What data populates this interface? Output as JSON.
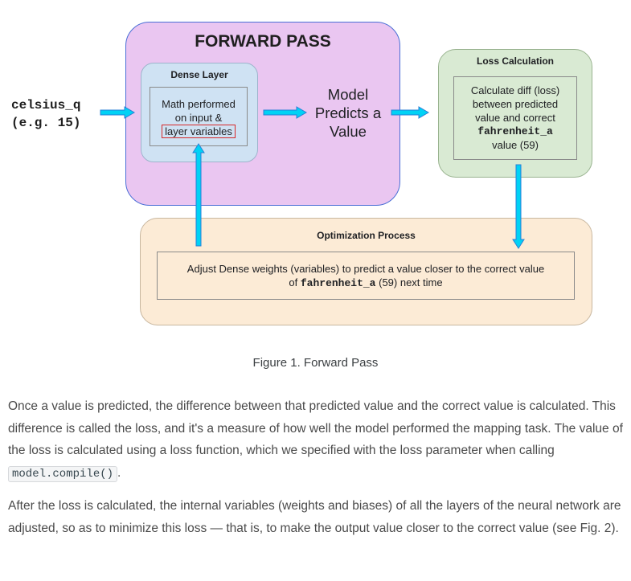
{
  "diagram": {
    "forward_pass_title": "FORWARD PASS",
    "input": {
      "line1": "celsius_q",
      "line2": "(e.g. 15)"
    },
    "dense_layer": {
      "title": "Dense Layer",
      "text_line1": "Math performed",
      "text_line2": "on input &",
      "text_highlight": "layer variables"
    },
    "model_predicts": {
      "line1": "Model",
      "line2": "Predicts a",
      "line3": "Value"
    },
    "loss_calculation": {
      "title": "Loss Calculation",
      "line1": "Calculate diff (loss)",
      "line2": "between predicted",
      "line3": "value and correct",
      "code": "fahrenheit_a",
      "line5": "value (59)"
    },
    "optimization": {
      "title": "Optimization Process",
      "line1": "Adjust Dense weights (variables) to predict a value closer to the correct value",
      "line2_prefix": "of",
      "code": "fahrenheit_a",
      "line2_suffix": "(59) next time"
    },
    "colors": {
      "forward_fill": "#eac6f1",
      "dense_fill": "#cfe2f3",
      "loss_fill": "#d9ead3",
      "optimization_fill": "#fcebd6",
      "arrow_fill": "#00d2f5",
      "highlight_border": "#d62828"
    }
  },
  "caption": "Figure 1. Forward Pass",
  "paragraph1": {
    "text": "Once a value is predicted, the difference between that predicted value and the correct value is calculated. This difference is called the loss, and it's a measure of how well the model performed the mapping task. The value of the loss is calculated using a loss function, which we specified with the loss parameter when calling",
    "code": "model.compile()",
    "suffix": "."
  },
  "paragraph2": {
    "text": "After the loss is calculated, the internal variables (weights and biases) of all the layers of the neural network are adjusted, so as to minimize this loss — that is, to make the output value closer to the correct value (see Fig. 2)."
  }
}
